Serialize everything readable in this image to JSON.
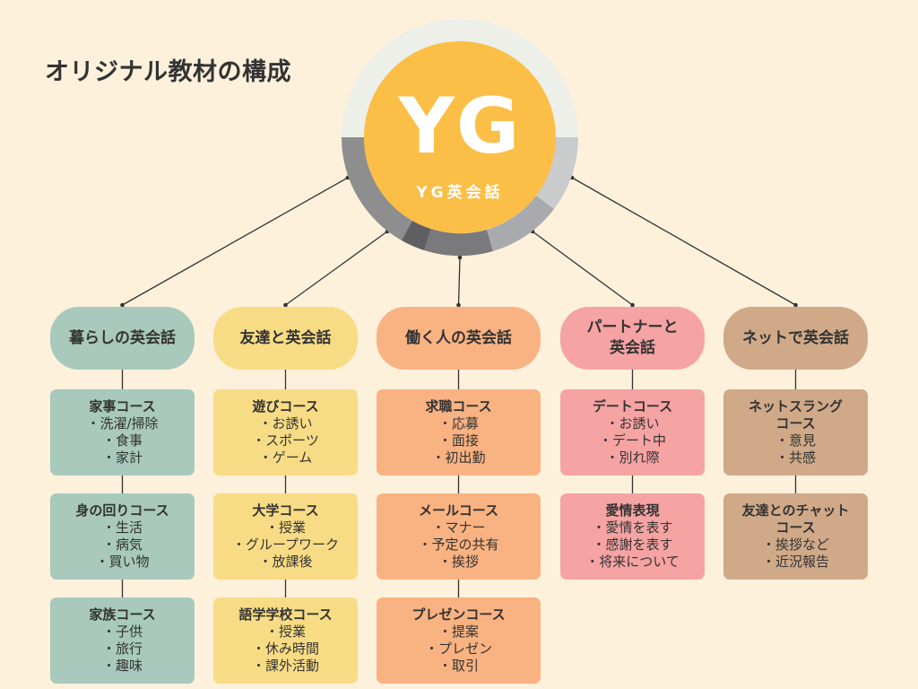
{
  "title": "オリジナル教材の構成",
  "logo": {
    "main": "YG",
    "sub": "YG英会話"
  },
  "colors": {
    "background": "#FDF1DC",
    "logo_fill": "#FBBF47",
    "teal": "#A8C9BC",
    "yellow": "#F8DC85",
    "orange": "#F9B281",
    "pink": "#F6A3A3",
    "tan": "#CFA988",
    "text": "#333333",
    "line": "#333333"
  },
  "columns": [
    {
      "header": [
        "暮らしの英会話"
      ],
      "color": "#A8C9BC",
      "courses": [
        {
          "name": "家事コース",
          "items": [
            "・洗濯/掃除",
            "・食事",
            "・家計"
          ]
        },
        {
          "name": "身の回りコース",
          "items": [
            "・生活",
            "・病気",
            "・買い物"
          ]
        },
        {
          "name": "家族コース",
          "items": [
            "・子供",
            "・旅行",
            "・趣味"
          ]
        }
      ]
    },
    {
      "header": [
        "友達と英会話"
      ],
      "color": "#F8DC85",
      "courses": [
        {
          "name": "遊びコース",
          "items": [
            "・お誘い",
            "・スポーツ",
            "・ゲーム"
          ]
        },
        {
          "name": "大学コース",
          "items": [
            "・授業",
            "・グループワーク",
            "・放課後"
          ]
        },
        {
          "name": "語学学校コース",
          "items": [
            "・授業",
            "・休み時間",
            "・課外活動"
          ]
        }
      ]
    },
    {
      "header": [
        "働く人の英会話"
      ],
      "color": "#F9B281",
      "courses": [
        {
          "name": "求職コース",
          "items": [
            "・応募",
            "・面接",
            "・初出勤"
          ]
        },
        {
          "name": "メールコース",
          "items": [
            "・マナー",
            "・予定の共有",
            "・挨拶"
          ]
        },
        {
          "name": "プレゼンコース",
          "items": [
            "・提案",
            "・プレゼン",
            "・取引"
          ]
        }
      ]
    },
    {
      "header": [
        "パートナーと",
        "英会話"
      ],
      "color": "#F6A3A3",
      "courses": [
        {
          "name": "デートコース",
          "items": [
            "・お誘い",
            "・デート中",
            "・別れ際"
          ]
        },
        {
          "name": "愛情表現",
          "items": [
            "・愛情を表す",
            "・感謝を表す",
            "・将来について"
          ]
        }
      ]
    },
    {
      "header": [
        "ネットで英会話"
      ],
      "color": "#CFA988",
      "courses": [
        {
          "name": [
            "ネットスラング",
            "コース"
          ],
          "items": [
            "・意見",
            "・共感"
          ]
        },
        {
          "name": [
            "友達とのチャット",
            "コース"
          ],
          "items": [
            "・挨拶など",
            "・近況報告"
          ]
        }
      ]
    }
  ]
}
